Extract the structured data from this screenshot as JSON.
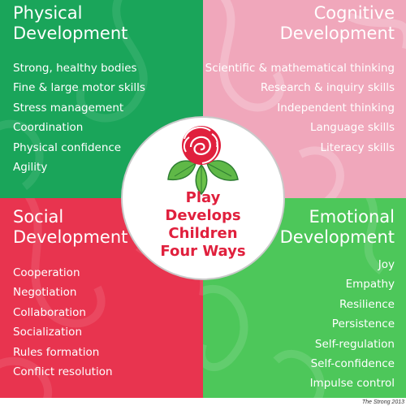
{
  "colors": {
    "physical": "#1aa55a",
    "cognitive": "#f0a7bb",
    "social": "#e8344f",
    "emotional": "#4dc75a",
    "center_text": "#e0203d"
  },
  "physical": {
    "title_line1": "Physical",
    "title_line2": "Development",
    "items": [
      "Strong, healthy bodies",
      "Fine & large motor skills",
      "Stress management",
      "Coordination",
      "Physical confidence",
      "Agility"
    ]
  },
  "cognitive": {
    "title_line1": "Cognitive",
    "title_line2": "Development",
    "items": [
      "Scientific & mathematical thinking",
      "Research & inquiry skills",
      "Independent thinking",
      "Language skills",
      "Literacy skills"
    ]
  },
  "social": {
    "title_line1": "Social",
    "title_line2": "Development",
    "items": [
      "Cooperation",
      "Negotiation",
      "Collaboration",
      "Socialization",
      "Rules formation",
      "Conflict resolution"
    ]
  },
  "emotional": {
    "title_line1": "Emotional",
    "title_line2": "Development",
    "items": [
      "Joy",
      "Empathy",
      "Resilience",
      "Persistence",
      "Self-regulation",
      "Self-confidence",
      "Impulse control"
    ]
  },
  "center": {
    "icon": "rose-icon",
    "line1": "Play",
    "line2": "Develops",
    "line3": "Children",
    "line4": "Four Ways"
  },
  "credit": "The Strong 2013"
}
